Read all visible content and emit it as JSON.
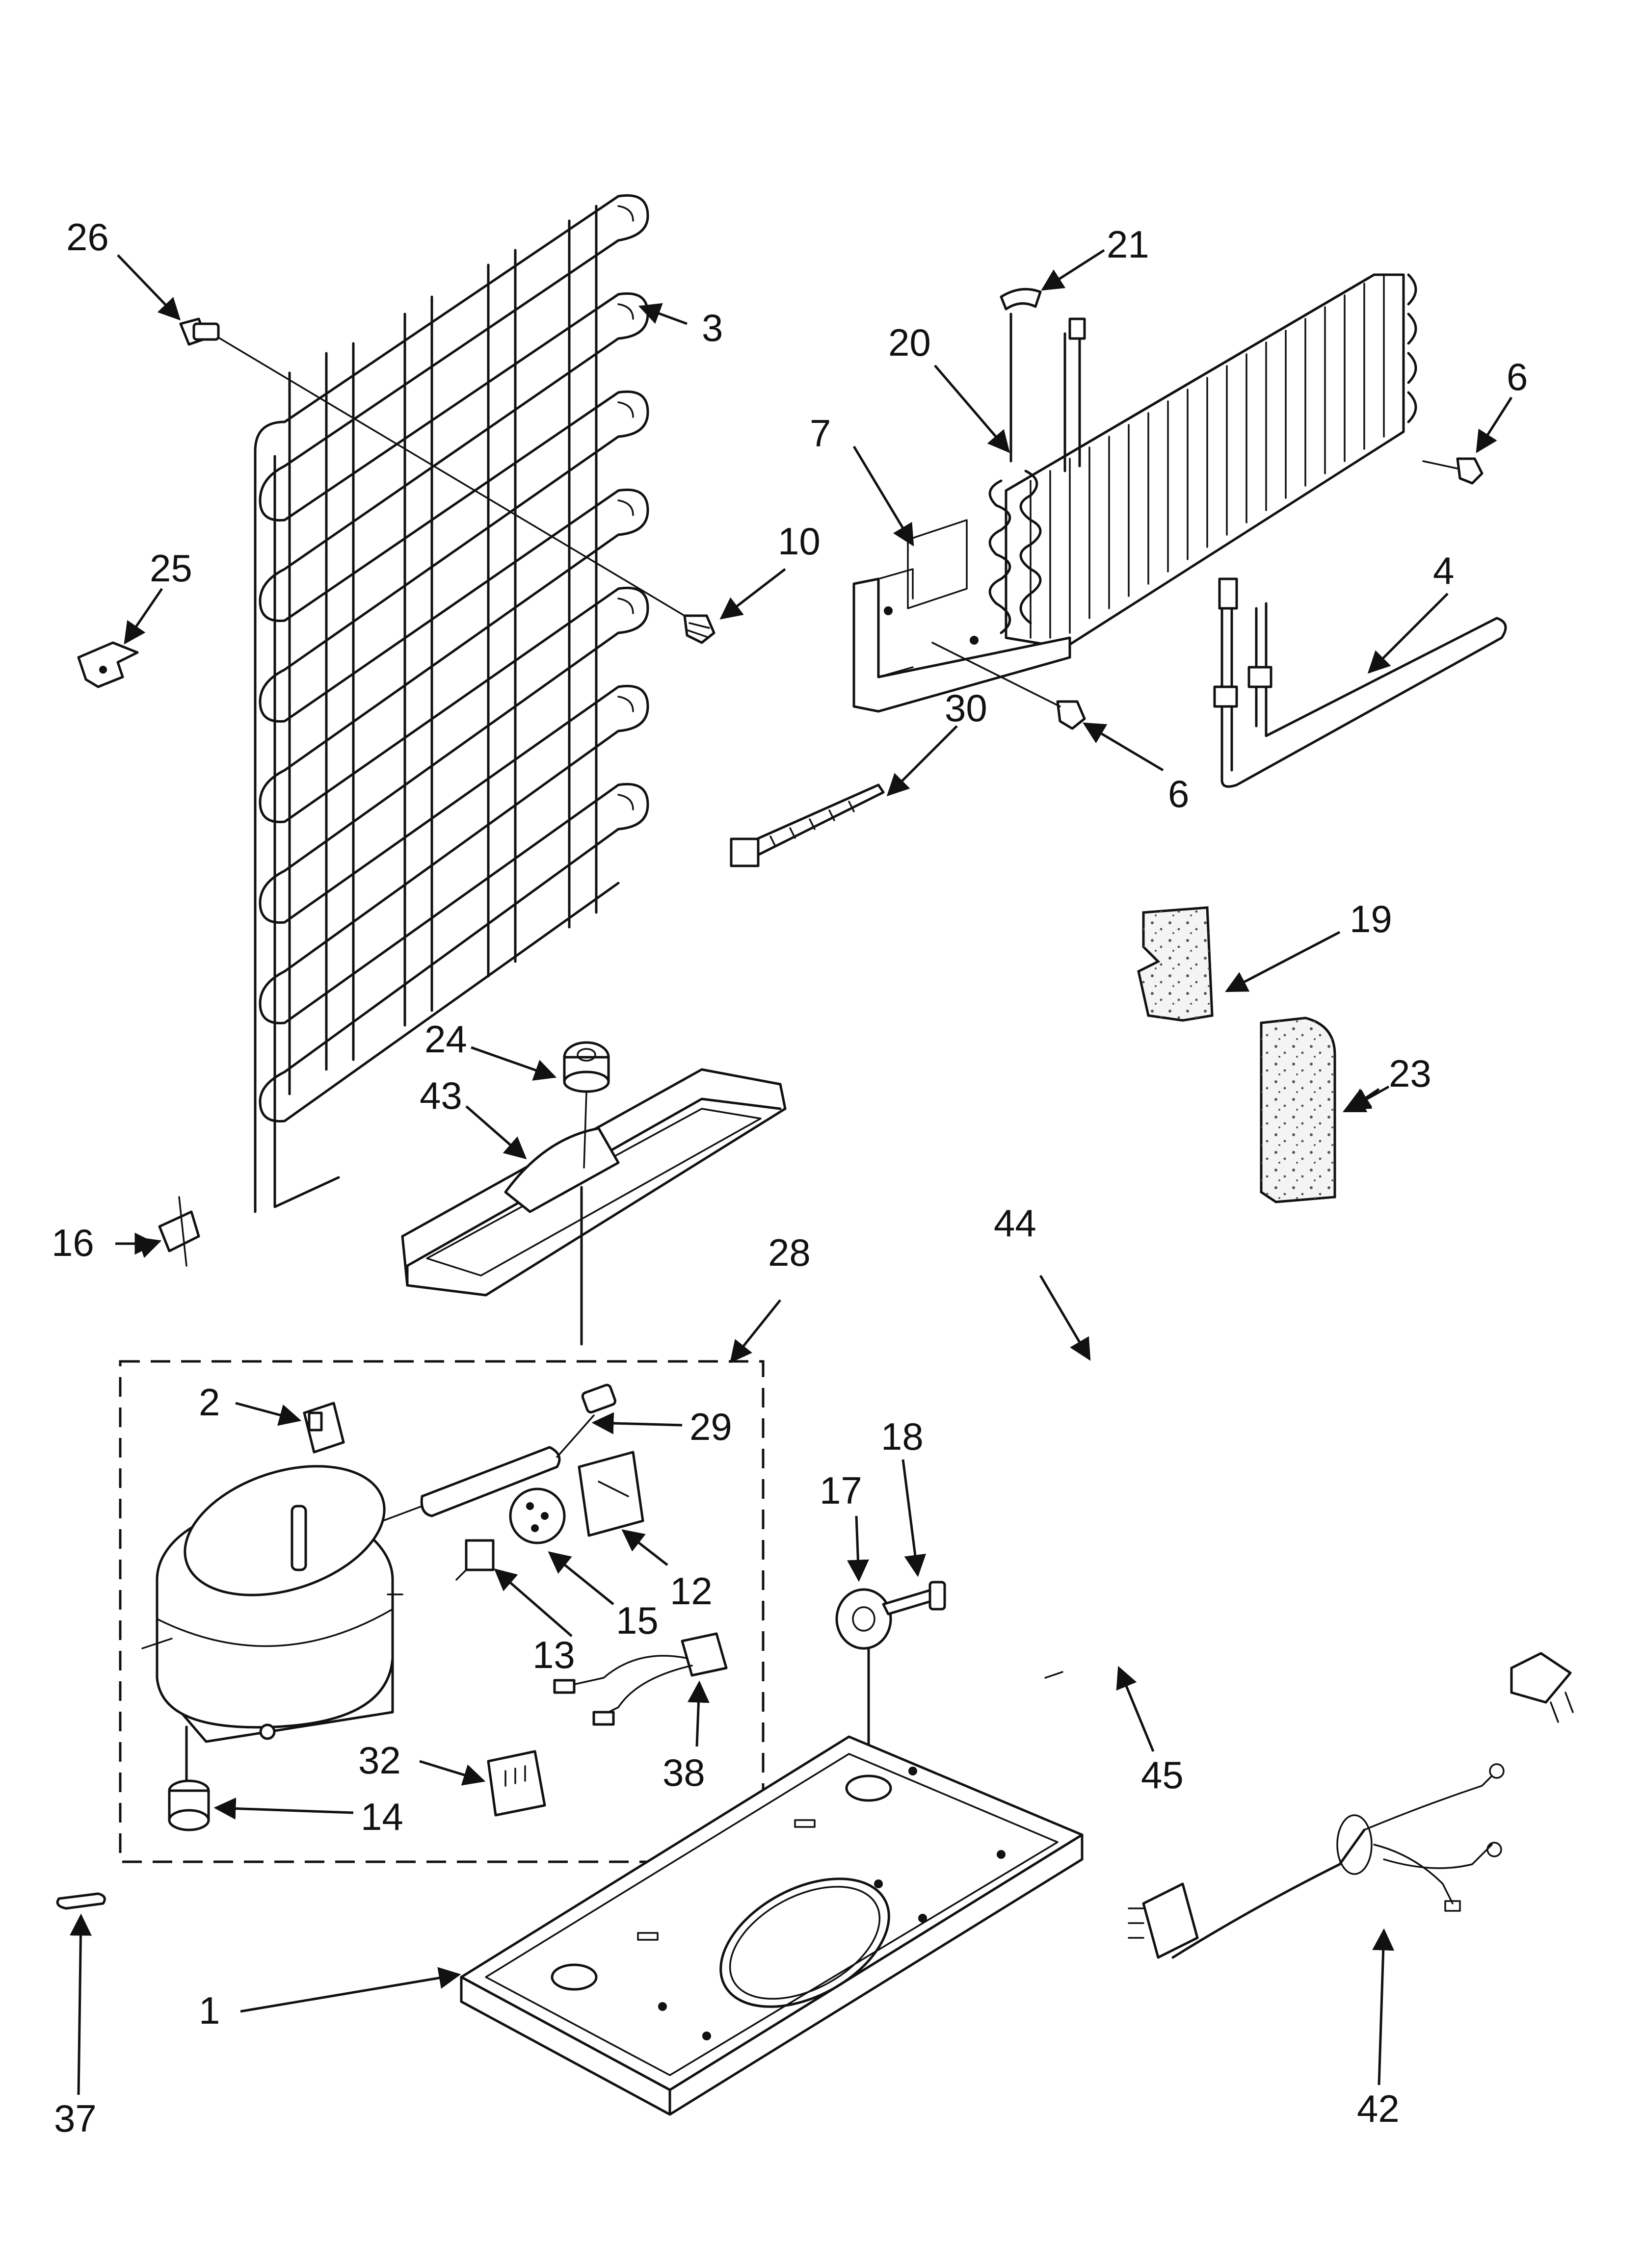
{
  "labels": {
    "p1": "1",
    "p2": "2",
    "p3": "3",
    "p4": "4",
    "p6a": "6",
    "p6b": "6",
    "p7": "7",
    "p10": "10",
    "p12": "12",
    "p13": "13",
    "p14": "14",
    "p15": "15",
    "p16": "16",
    "p17": "17",
    "p18": "18",
    "p19": "19",
    "p20": "20",
    "p21": "21",
    "p23": "23",
    "p24": "24",
    "p25": "25",
    "p26": "26",
    "p28": "28",
    "p29": "29",
    "p30": "30",
    "p32": "32",
    "p37": "37",
    "p38": "38",
    "p42": "42",
    "p43": "43",
    "p44": "44",
    "p45": "45"
  }
}
